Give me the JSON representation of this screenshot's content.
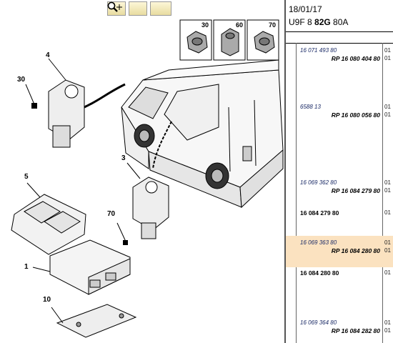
{
  "toolbar": {
    "zoom_in_icon": "magnifier-plus-icon",
    "zoom_out_icon": "magnifier-minus-icon",
    "zoom_fit_icon": "magnifier-move-icon"
  },
  "header": {
    "date": "18/01/17",
    "code_prefix": "U9F 8 ",
    "code_bold": "82G",
    "code_suffix": " 80A"
  },
  "nut_boxes": [
    {
      "label": "30"
    },
    {
      "label": "60"
    },
    {
      "label": "70"
    }
  ],
  "callouts": {
    "c4": "4",
    "c30": "30",
    "c5": "5",
    "c3": "3",
    "c70": "70",
    "c1": "1",
    "c10": "10"
  },
  "parts": {
    "r1": {
      "ref": "16 071 493 80",
      "part": "RP 16 080 404 80",
      "qty1": "01",
      "qty2": "01"
    },
    "r2": {
      "ref": "6588 13",
      "part": "RP 16 080 056 80",
      "qty1": "01",
      "qty2": "01"
    },
    "r3": {
      "ref": "16 069 362 80",
      "part": "RP 16 084 279 80",
      "qty1": "01",
      "qty2": "01"
    },
    "r4": {
      "part": "16 084 279 80",
      "qty": "01"
    },
    "r5": {
      "ref": "16 069 363 80",
      "part": "RP 16 084 280 80",
      "qty1": "01",
      "qty2": "01"
    },
    "r6": {
      "part": "16 084 280 80",
      "qty": "01"
    },
    "r7": {
      "ref": "16 069 364 80",
      "part": "RP 16 084 282 80",
      "qty1": "01",
      "qty2": "01"
    }
  },
  "highlight_color": "#fbe2c0"
}
